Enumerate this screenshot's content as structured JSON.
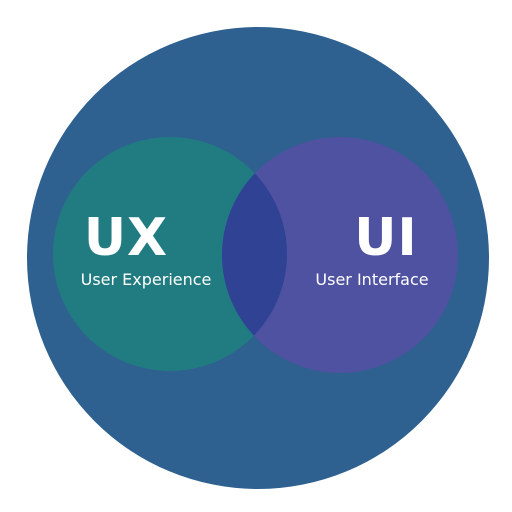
{
  "colors": {
    "outer": "#2e6090",
    "ux": "#217c82",
    "ui": "#4f52a0",
    "overlap": "#2f4294",
    "text": "#ffffff"
  },
  "ux": {
    "abbreviation": "UX",
    "full_name": "User Experience"
  },
  "ui": {
    "abbreviation": "UI",
    "full_name": "User Interface"
  }
}
